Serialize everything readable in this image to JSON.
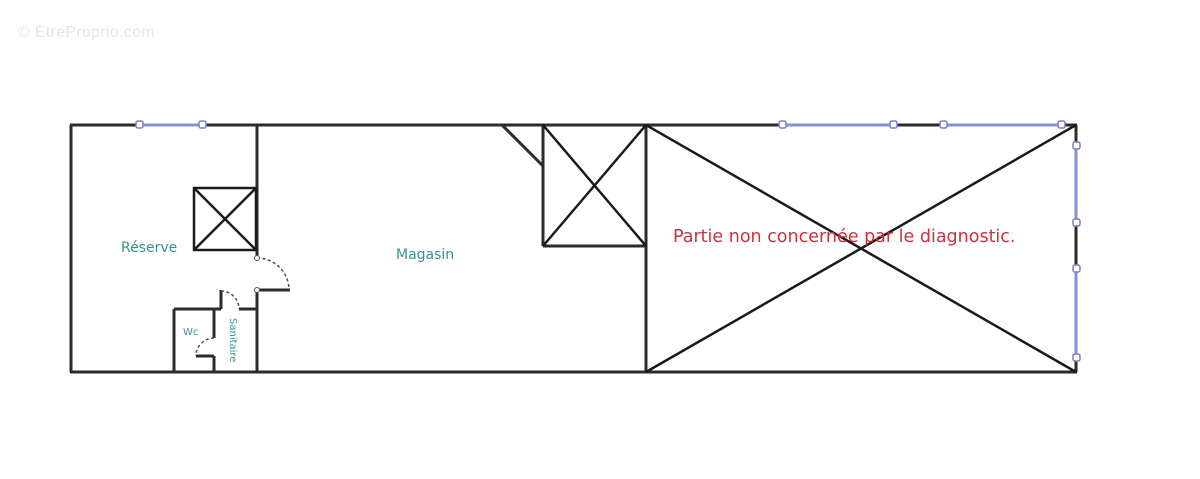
{
  "watermark": "© EtreProprio.com",
  "plan": {
    "rooms": [
      {
        "id": "reserve",
        "label": "Réserve"
      },
      {
        "id": "magasin",
        "label": "Magasin"
      },
      {
        "id": "wc",
        "label": "Wc"
      },
      {
        "id": "sanitaire",
        "label": "Sanitaire"
      }
    ],
    "excluded_zone_note": "Partie non concernée par le diagnostic.",
    "colors": {
      "wall": "#1a1a1a",
      "window": "#8a8fd0",
      "room_label": "#3a8f93",
      "note": "#d0303a"
    }
  }
}
